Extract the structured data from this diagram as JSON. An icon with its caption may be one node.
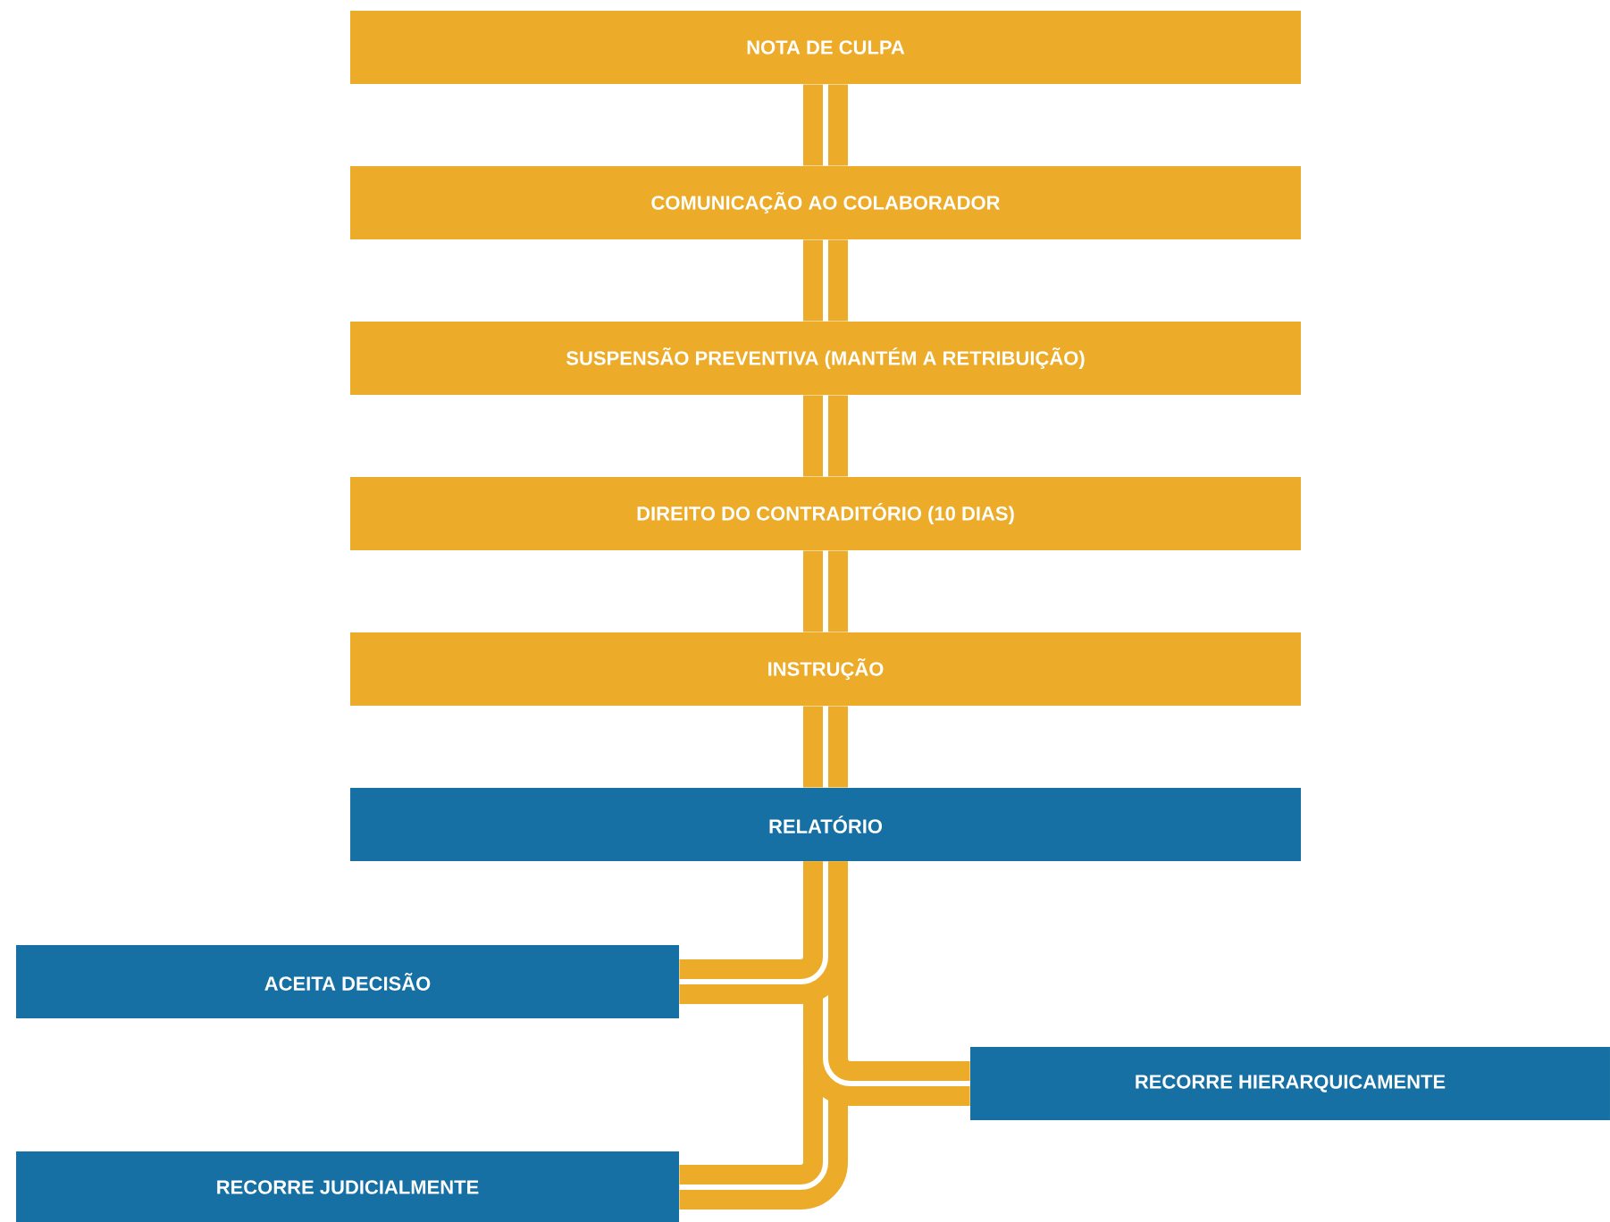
{
  "diagram": {
    "nodes": [
      {
        "text": [
          "NOTA DE CULPA"
        ]
      },
      {
        "text": [
          "COMUNICAÇÃO AO COLABORADOR"
        ]
      },
      {
        "text": [
          "SUSPENSÃO PREVENTIVA (MANTÉM A RETRIBUIÇÃO)"
        ]
      },
      {
        "text": [
          "DIREITO DO CONTRADITÓRIO (10 DIAS)"
        ]
      },
      {
        "text": [
          "INSTRUÇÃO"
        ]
      },
      {
        "text": [
          "RELATÓRIO"
        ]
      },
      {
        "text": [
          "ACEITA DECISÃO"
        ]
      },
      {
        "text": [
          "RECORRE HIERARQUICAMENTE"
        ]
      },
      {
        "text": [
          "RECORRE JUDICIALMENTE"
        ]
      }
    ],
    "edges": [
      {
        "from": 0,
        "to": 1,
        "arrow": "none"
      },
      {
        "from": 1,
        "to": 2,
        "arrow": "none"
      },
      {
        "from": 2,
        "to": 3,
        "arrow": "none"
      },
      {
        "from": 3,
        "to": 4,
        "arrow": "none"
      },
      {
        "from": 4,
        "to": 5,
        "arrow": "none"
      },
      {
        "from": 5,
        "to": 6,
        "arrow": "none"
      },
      {
        "from": 5,
        "to": 7,
        "arrow": "none"
      },
      {
        "from": 5,
        "to": 8,
        "arrow": "none"
      }
    ]
  }
}
